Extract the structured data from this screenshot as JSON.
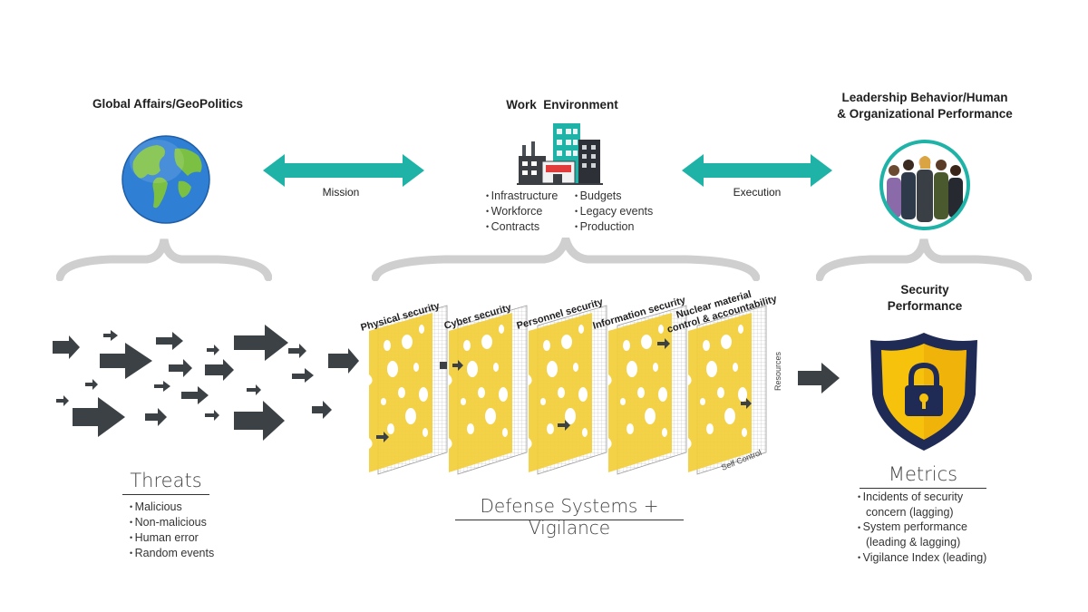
{
  "headers": {
    "global_affairs": "Global Affairs/GeoPolitics",
    "work_environment": "Work  Environment",
    "leadership_line1": "Leadership Behavior/Human",
    "leadership_line2": "& Organizational Performance",
    "security_line1": "Security",
    "security_line2": "Performance"
  },
  "arrows": {
    "mission": "Mission",
    "execution": "Execution"
  },
  "work_environment": {
    "left_items": [
      "Infrastructure",
      "Workforce",
      "Contracts"
    ],
    "right_items": [
      "Budgets",
      "Legacy events",
      "Production"
    ]
  },
  "layers": [
    {
      "label": "Physical security"
    },
    {
      "label": "Cyber security"
    },
    {
      "label": "Personnel security"
    },
    {
      "label": "Information security"
    },
    {
      "label_line1": "Nuclear material",
      "label_line2": "control & accountability"
    }
  ],
  "axis_labels": {
    "resources": "Resources",
    "self_control": "Self Control"
  },
  "threats": {
    "title": "Threats",
    "items": [
      "Malicious",
      "Non-malicious",
      "Human error",
      "Random events"
    ]
  },
  "defense": {
    "title": "Defense Systems + Vigilance"
  },
  "metrics": {
    "title": "Metrics",
    "items": [
      {
        "line1": "Incidents of security",
        "line2": "concern (lagging)"
      },
      {
        "line1": "System performance",
        "line2": "(leading & lagging)"
      },
      {
        "line1": "Vigilance Index (leading)",
        "line2": ""
      }
    ]
  },
  "colors": {
    "teal": "#1fb3a8",
    "cheese": "#f3cf3a",
    "arrow_gray": "#3c4146",
    "brace_gray": "#cfcfcf",
    "shield_navy": "#1f2a55",
    "shield_gold": "#f7c20b"
  }
}
